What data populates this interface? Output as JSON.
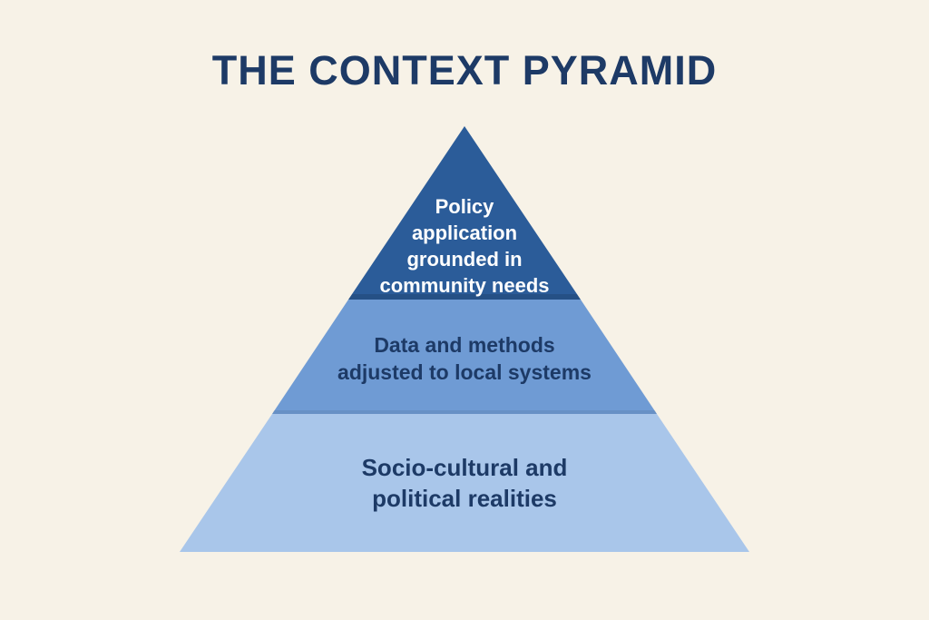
{
  "title": "THE CONTEXT PYRAMID",
  "colors": {
    "background": "#f7f2e7",
    "title_text": "#1d3a66",
    "navy_text": "#1d3a66",
    "white_text": "#ffffff"
  },
  "pyramid": {
    "tiers": [
      {
        "position": "top",
        "label": "Policy\napplication\ngrounded in\ncommunity needs",
        "fill": "#2b5c99",
        "text_color": "#ffffff"
      },
      {
        "position": "middle",
        "label": "Data and methods\nadjusted to local systems",
        "fill": "#6f9bd4",
        "text_color": "#1d3a66"
      },
      {
        "position": "bottom",
        "label": "Socio-cultural and\npolitical realities",
        "fill": "#a9c6ea",
        "text_color": "#1d3a66"
      }
    ]
  }
}
